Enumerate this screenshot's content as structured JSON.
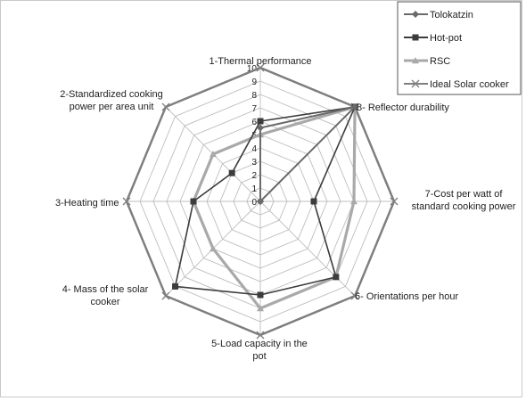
{
  "chart_data": {
    "type": "radar",
    "axes": [
      [
        "1-Thermal performance"
      ],
      [
        "8- Reflector  durability"
      ],
      [
        "7-Cost per watt of",
        "standard cooking power"
      ],
      [
        "6- Orientations  per hour"
      ],
      [
        "5-Load capacity in the",
        "pot"
      ],
      [
        "4- Mass of the solar",
        "cooker"
      ],
      [
        "3-Heating time"
      ],
      [
        "2-Standardized  cooking",
        "power per area unit"
      ]
    ],
    "rlim": [
      0,
      10
    ],
    "ticks": [
      "0",
      "1",
      "2",
      "3",
      "4",
      "5",
      "6",
      "7",
      "8",
      "9",
      "10"
    ],
    "grid": true,
    "legend_position": "top-right",
    "series": [
      {
        "name": "Tolokatzin",
        "color": "#6a6a6a",
        "marker": "diamond",
        "values": [
          5.5,
          10,
          0,
          0,
          0,
          0,
          0,
          0
        ]
      },
      {
        "name": "Hot-pot",
        "color": "#3c3c3c",
        "marker": "square",
        "values": [
          6,
          10,
          4,
          8,
          7,
          9,
          5,
          3
        ]
      },
      {
        "name": "RSC",
        "color": "#a9a9a9",
        "marker": "triangle",
        "values": [
          5,
          10,
          7,
          8,
          8,
          5,
          5,
          5
        ]
      },
      {
        "name": "Ideal Solar cooker",
        "color": "#7f7f7f",
        "marker": "x",
        "values": [
          10,
          10,
          10,
          10,
          10,
          10,
          10,
          10
        ]
      }
    ]
  }
}
